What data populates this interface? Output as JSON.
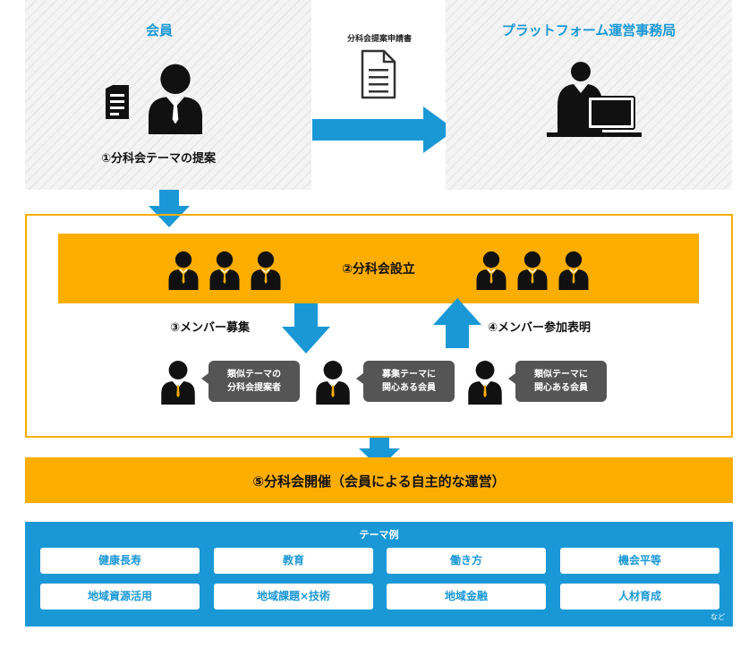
{
  "member_panel": {
    "title": "会員",
    "step1": "①分科会テーマの提案"
  },
  "document_label": "分科会提案申請書",
  "office_panel": {
    "title": "プラットフォーム運営事務局"
  },
  "establish": {
    "label": "②分科会設立"
  },
  "recruit_label": "③メンバー募集",
  "join_label": "④メンバー参加表明",
  "bubbles": [
    "類似テーマの\n分科会提案者",
    "募集テーマに\n関心ある会員",
    "類似テーマに\n関心ある会員"
  ],
  "hold": {
    "label": "⑤分科会開催（会員による自主的な運営）"
  },
  "themes": {
    "title": "テーマ例",
    "items": [
      "健康長寿",
      "教育",
      "働き方",
      "機会平等",
      "地域資源活用",
      "地域課題×技術",
      "地域金融",
      "人材育成"
    ],
    "etc": "など"
  },
  "colors": {
    "accent_blue": "#1a98d5",
    "accent_orange": "#fbad00",
    "bubble_gray": "#555555"
  },
  "icons": [
    "document-icon",
    "person-icon",
    "office-worker-laptop-icon",
    "arrow-right-icon",
    "arrow-down-icon",
    "arrow-up-icon"
  ]
}
